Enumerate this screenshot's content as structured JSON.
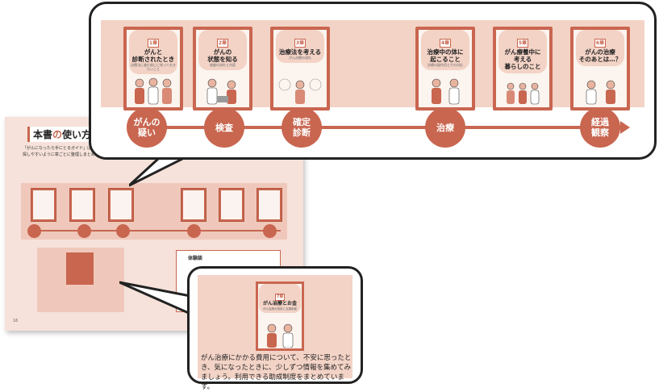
{
  "book_page": {
    "title_prefix": "本書",
    "title_highlight": "の",
    "title_suffix": "使い方",
    "intro": "「がんになったら手にとるガイド」は、ミングで必要な情報を得るための「ガイド治療法の選択、療養など、患者さんが経験す情報を探しやすいように章ごとに整理しまとめています。どの章からでも読めるようになっています。",
    "experience_heading": "体験談",
    "page_number": "16"
  },
  "stages": [
    {
      "num": "1章",
      "title": "がんと\n診断されたとき",
      "sub": "治療法に進む前にに知っておきたいこと"
    },
    {
      "num": "2章",
      "title": "がんの\n状態を知る",
      "sub": "検査の流れと内容"
    },
    {
      "num": "3章",
      "title": "治療法を考える",
      "sub": "がん治療の流れ"
    },
    {
      "num": "4章",
      "title": "治療中の体に\n起こること",
      "sub": "治療の副作用とその対応"
    },
    {
      "num": "5章",
      "title": "がん療養中に\n考える\n暮らしのこと",
      "sub": ""
    },
    {
      "num": "6章",
      "title": "がんの治療\nそのあとは…？",
      "sub": ""
    }
  ],
  "timeline": [
    {
      "label": "がんの\n疑い"
    },
    {
      "label": "検査"
    },
    {
      "label": "確定\n診断"
    },
    {
      "label": "治療"
    },
    {
      "label": "経過\n観察"
    }
  ],
  "cost_card": {
    "num": "7章",
    "title": "がん治療とお金",
    "sub": "がん治療の費用と支援制度"
  },
  "cost_description": "がん治療にかかる費用について、不安に思ったとき、気になったときに、少しずつ情報を集めてみましょう。利用できる助成制度をまとめています。",
  "colors": {
    "accent": "#c96650",
    "band": "#f3d3c6",
    "page_bg": "#f6e2da"
  }
}
